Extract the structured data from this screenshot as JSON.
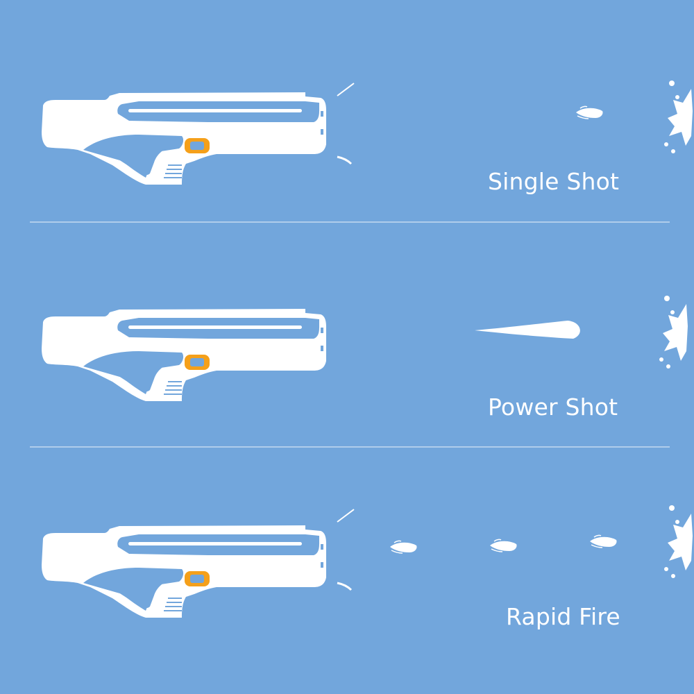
{
  "modes": [
    {
      "label": "Single Shot",
      "shot_type": "single"
    },
    {
      "label": "Power Shot",
      "shot_type": "power"
    },
    {
      "label": "Rapid Fire",
      "shot_type": "rapid"
    }
  ],
  "colors": {
    "background": "#72a6dc",
    "gun_body": "#ffffff",
    "gun_outline": "#ffffff",
    "accent": "#f5a01a",
    "divider": "#c5daf0",
    "water": "#ffffff"
  },
  "icons": [
    "water-gun-icon",
    "water-droplet-icon",
    "water-stream-icon",
    "splash-icon"
  ]
}
